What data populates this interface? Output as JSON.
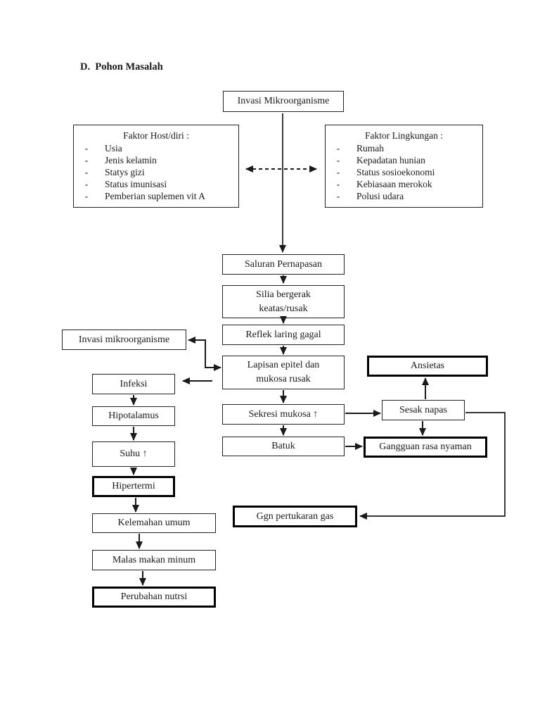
{
  "page": {
    "heading": "D.  Pohon Masalah"
  },
  "nodes": {
    "invasi_top": "Invasi Mikroorganisme",
    "saluran": "Saluran Pernapasan",
    "silia": "Silia bergerak\nkeatas/rusak",
    "reflek": "Reflek laring gagal",
    "lapisan": "Lapisan epitel dan\nmukosa rusak",
    "sekresi": "Sekresi mukosa ↑",
    "batuk": "Batuk",
    "invasi_left": "Invasi mikroorganisme",
    "infeksi": "Infeksi",
    "hipotalamus": "Hipotalamus",
    "suhu": "Suhu ↑",
    "hipertermi": "Hipertermi",
    "kelemahan": "Kelemahan umum",
    "malas": "Malas makan minum",
    "perubahan": "Perubahan nutrsi",
    "ansietas": "Ansietas",
    "sesak": "Sesak napas",
    "gangguan": "Gangguan rasa nyaman",
    "ggn_gas": "Ggn pertukaran gas"
  },
  "faktor_host": {
    "title": "Faktor Host/diri :",
    "bullet": "-",
    "items": [
      "Usia",
      "Jenis kelamin",
      "Statys gizi",
      "Status imunisasi",
      "Pemberian suplemen vit A"
    ]
  },
  "faktor_lingkungan": {
    "title": "Faktor Lingkungan :",
    "bullet": "-",
    "items": [
      "Rumah",
      "Kepadatan hunian",
      "Status sosioekonomi",
      "Kebiasaan merokok",
      "Polusi udara"
    ]
  },
  "colors": {
    "ink": "#1a1a1a",
    "background": "#ffffff"
  }
}
